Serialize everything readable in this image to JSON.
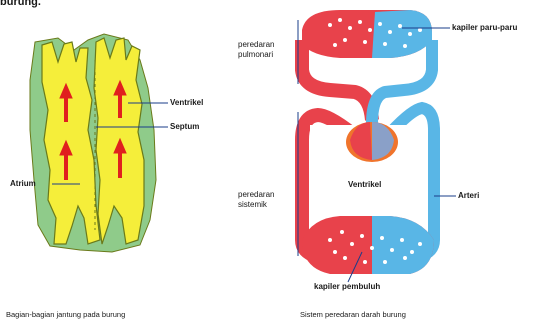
{
  "heading": "burung.",
  "left_figure": {
    "labels": {
      "ventrikel": "Ventrikel",
      "septum": "Septum",
      "atrium": "Atrium"
    },
    "caption": "Bagian-bagian jantung pada burung"
  },
  "right_figure": {
    "labels": {
      "peredaran_pulmonari": "peredaran\npulmonari",
      "kapiler_paru": "kapiler paru-paru",
      "peredaran_sistemik": "peredaran\nsistemik",
      "ventrikel": "Ventrikel",
      "arteri": "Arteri",
      "kapiler_pembuluh": "kapiler pembuluh"
    },
    "caption": "Sistem peredaran darah burung"
  },
  "colors": {
    "heart_fill": "#f5ee3a",
    "heart_outline": "#6a7a1a",
    "heart_bg": "#8fcb8a",
    "arrow": "#e0201e",
    "oxygenated": "#e8424b",
    "deoxygenated": "#59b6e6",
    "heart_core": "#f0742c"
  }
}
